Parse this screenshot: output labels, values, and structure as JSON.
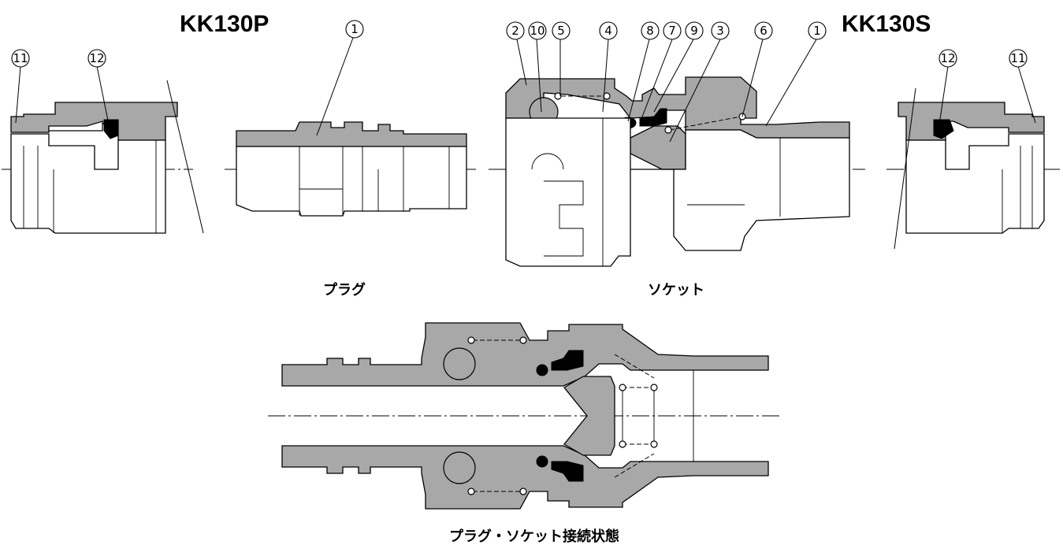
{
  "titles": {
    "plug": "KK130P",
    "socket": "KK130S"
  },
  "captions": {
    "plug": "プラグ",
    "socket": "ソケット",
    "connected": "プラグ・ソケット接続状態"
  },
  "callouts": {
    "n1": "1",
    "n2": "2",
    "n3": "3",
    "n4": "4",
    "n5": "5",
    "n6": "6",
    "n7": "7",
    "n8": "8",
    "n9": "9",
    "n10": "10",
    "n11": "11",
    "n12": "12"
  },
  "colors": {
    "metal": "#a8a8a8",
    "seal": "#111111",
    "outline": "#000000",
    "background": "#ffffff"
  }
}
